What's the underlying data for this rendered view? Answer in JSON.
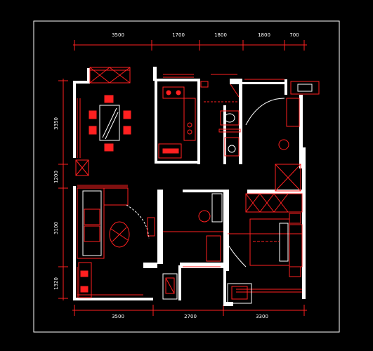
{
  "dimensions": {
    "top": [
      "3500",
      "1700",
      "1800",
      "1800",
      "700"
    ],
    "bottom": [
      "3500",
      "2700",
      "3300"
    ],
    "left": [
      "3350",
      "1200",
      "3100",
      "1320"
    ]
  },
  "colors": {
    "background": "#000000",
    "frame": "#ffffff",
    "wall": "#ffffff",
    "dimension_line": "#ff2020",
    "furniture": "#ff2020",
    "text": "#ffffff"
  },
  "icons": [
    "dining-table-icon",
    "sofa-icon",
    "coffee-table-icon",
    "bed-icon",
    "toilet-icon",
    "stove-icon",
    "door-swing-icon"
  ]
}
